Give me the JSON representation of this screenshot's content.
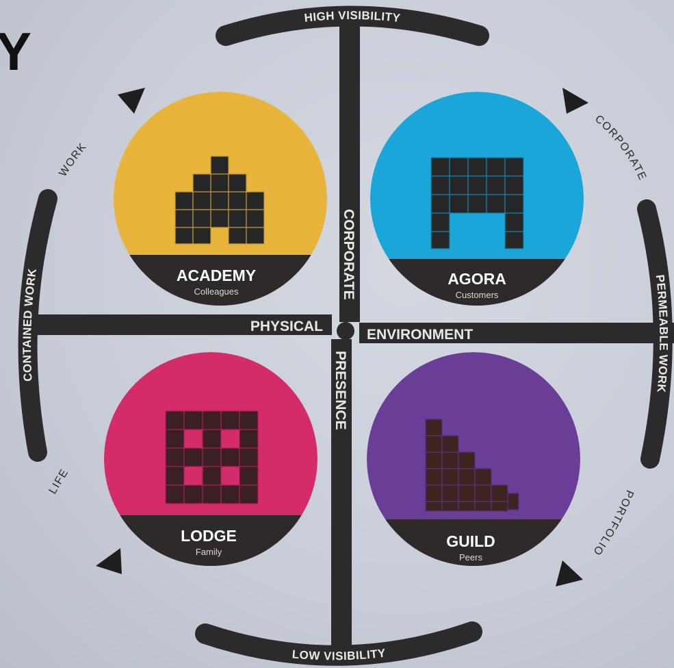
{
  "page": {
    "corner_letter": "Y"
  },
  "axes": {
    "top": "CORPORATE",
    "bottom": "PRESENCE",
    "left": "PHYSICAL",
    "right": "ENVIRONMENT"
  },
  "arcs": {
    "top": "HIGH VISIBILITY",
    "bottom": "LOW VISIBILITY",
    "left": "CONTAINED WORK",
    "right": "PERMEABLE WORK"
  },
  "outer_labels": {
    "upper_left": "WORK",
    "upper_right": "CORPORATE",
    "lower_left": "LIFE",
    "lower_right": "PORTFOLIO"
  },
  "quadrants": {
    "academy": {
      "title": "ACADEMY",
      "subtitle": "Colleagues",
      "color": "#e9b43c"
    },
    "agora": {
      "title": "AGORA",
      "subtitle": "Customers",
      "color": "#1aa6d9"
    },
    "lodge": {
      "title": "LODGE",
      "subtitle": "Family",
      "color": "#d42c6a"
    },
    "guild": {
      "title": "GUILD",
      "subtitle": "Peers",
      "color": "#6a3d96"
    }
  },
  "colors": {
    "ink": "#2b2a2c",
    "band": "#2e2a2a"
  }
}
